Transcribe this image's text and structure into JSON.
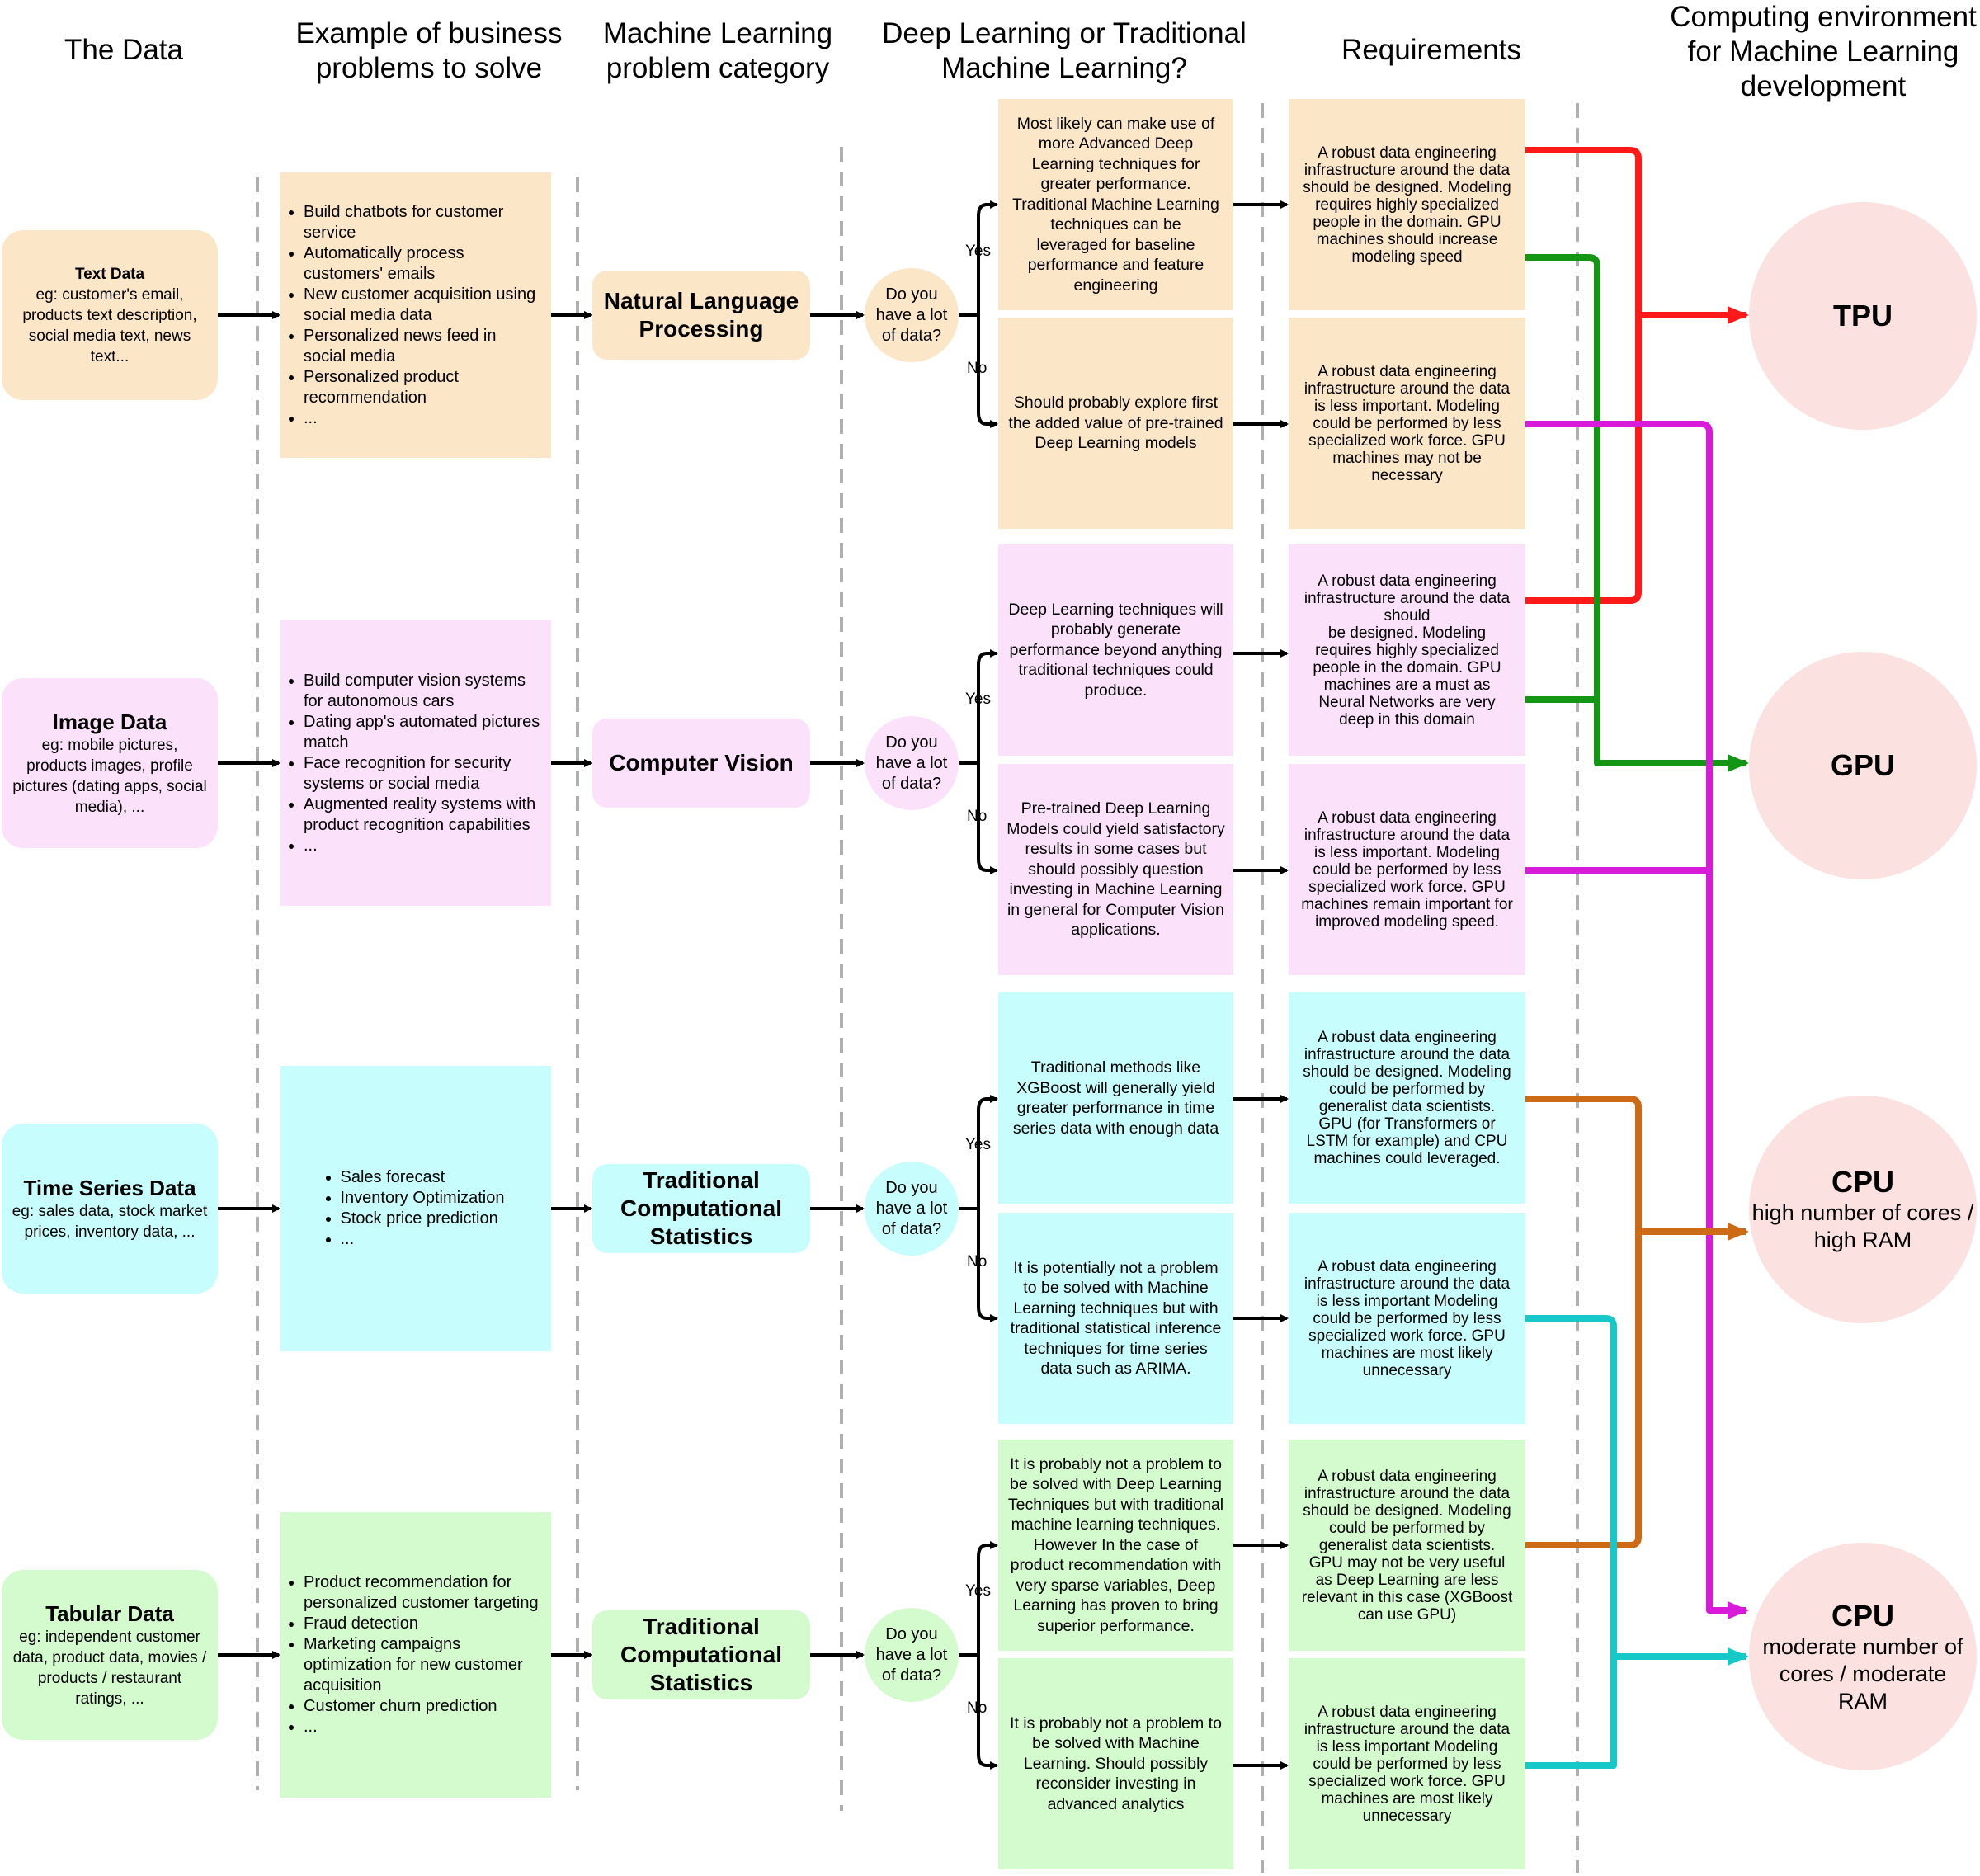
{
  "headers": {
    "data": "The Data",
    "business": "Example of business\nproblems to solve",
    "category": "Machine Learning\nproblem category",
    "dl_or_ml": "Deep Learning or Traditional\nMachine Learning?",
    "requirements": "Requirements",
    "computing": "Computing environment\nfor Machine Learning\ndevelopment"
  },
  "colors": {
    "text_bg": "#fce6c8",
    "image_bg": "#fce1fb",
    "timeseries_bg": "#c7fdfc",
    "tabular_bg": "#d3fbce",
    "compute_bg": "#fbe1df",
    "red": "#ff1a1a",
    "green": "#139613",
    "magenta": "#d81bd8",
    "orange": "#cc6a16",
    "cyan": "#16c8c8",
    "divider": "#b0b0b0"
  },
  "rows": [
    {
      "source_title": "Text Data",
      "source_desc": "eg: customer's email,\nproducts text description,\nsocial media text, news\ntext...",
      "problems": [
        "Build chatbots for customer service",
        "Automatically process customers' emails",
        "New customer acquisition using social media data",
        "Personalized news feed in social media",
        "Personalized product recommendation",
        "..."
      ],
      "category": "Natural Language\nProcessing",
      "question": "Do you\nhave a lot\nof data?",
      "yes_label": "Yes",
      "no_label": "No",
      "yes_text": "Most likely can make use of\nmore Advanced Deep\nLearning techniques for\ngreater performance.\nTraditional Machine Learning\ntechniques can be\nleveraged for baseline\nperformance and feature\nengineering",
      "no_text": "Should probably explore first\nthe added value of pre-trained\nDeep Learning models",
      "yes_req": "A robust data engineering\ninfrastructure around the data\nshould be designed. Modeling\nrequires highly specialized\npeople in the domain. GPU\nmachines should increase\nmodeling speed",
      "no_req": "A robust data engineering\ninfrastructure around the data\nis less important. Modeling\ncould be performed by less\nspecialized work force. GPU\nmachines may not be\nnecessary"
    },
    {
      "source_title": "Image Data",
      "source_desc": "eg: mobile pictures,\nproducts images, profile\npictures (dating apps, social\nmedia), ...",
      "problems": [
        "Build computer vision systems for autonomous cars",
        "Dating app's automated pictures match",
        "Face recognition for security systems or social media",
        "Augmented reality systems with product recognition capabilities",
        "..."
      ],
      "category": "Computer Vision",
      "question": "Do you\nhave a lot\nof data?",
      "yes_label": "Yes",
      "no_label": "No",
      "yes_text": "Deep Learning techniques will\nprobably generate\nperformance beyond anything\ntraditional techniques could\nproduce.",
      "no_text": "Pre-trained Deep Learning\nModels could yield satisfactory\nresults in some cases but\nshould possibly question\ninvesting  in Machine Learning\nin general for Computer Vision\napplications.",
      "yes_req": "A robust data engineering\ninfrastructure around the data\nshould\nbe designed. Modeling\nrequires highly specialized\npeople in the domain. GPU\nmachines are a must as\nNeural Networks are very\ndeep in this domain",
      "no_req": "A robust data engineering\ninfrastructure around the data\nis less important. Modeling\ncould be performed by less\nspecialized work force. GPU\nmachines remain important for\nimproved modeling speed."
    },
    {
      "source_title": "Time Series Data",
      "source_desc": "eg: sales data, stock market\nprices, inventory data, ...",
      "problems": [
        "Sales forecast",
        "Inventory Optimization",
        "Stock price prediction",
        "..."
      ],
      "category": "Traditional\nComputational\nStatistics",
      "question": "Do you\nhave a lot\nof data?",
      "yes_label": "Yes",
      "no_label": "No",
      "yes_text": "Traditional methods like\nXGBoost will generally yield\ngreater performance in time\nseries data with enough data",
      "no_text": "It is potentially not a problem\nto be solved with Machine\nLearning techniques but with\ntraditional statistical inference\ntechniques for time series\ndata such as ARIMA.",
      "yes_req": "A robust data engineering\ninfrastructure around the data\nshould be designed. Modeling\ncould be performed by\ngeneralist data scientists.\nGPU (for Transformers or\nLSTM for example) and CPU\nmachines could leveraged.",
      "no_req": "A robust data engineering\ninfrastructure around the data\nis less important Modeling\ncould be performed by less\nspecialized work force. GPU\nmachines are most likely\nunnecessary"
    },
    {
      "source_title": "Tabular Data",
      "source_desc": "eg: independent customer\ndata, product data, movies /\nproducts / restaurant\nratings, ...",
      "problems": [
        "Product recommendation for personalized customer targeting",
        "Fraud detection",
        "Marketing campaigns optimization for new customer acquisition",
        "Customer churn prediction",
        "..."
      ],
      "category": "Traditional\nComputational\nStatistics",
      "question": "Do you\nhave a lot\nof data?",
      "yes_label": "Yes",
      "no_label": "No",
      "yes_text": "It is probably not a problem to\nbe solved with Deep Learning\nTechniques but with traditional\nmachine learning techniques.\nHowever In the case of\nproduct recommendation with\nvery sparse variables, Deep\nLearning has proven to bring\nsuperior performance.",
      "no_text": "It is probably not a problem to\nbe solved with Machine\nLearning. Should possibly\nreconsider investing in\nadvanced analytics",
      "yes_req": "A robust data engineering\ninfrastructure around the data\nshould be designed. Modeling\ncould be performed by\ngeneralist data scientists.\nGPU may not be very useful\nas Deep Learning are less\nrelevant in this case (XGBoost\ncan use GPU)",
      "no_req": "A robust data engineering\ninfrastructure around the data\nis less important Modeling\ncould be performed by less\nspecialized work force. GPU\nmachines are most likely\nunnecessary"
    }
  ],
  "compute": [
    {
      "title": "TPU",
      "subtitle": ""
    },
    {
      "title": "GPU",
      "subtitle": ""
    },
    {
      "title": "CPU",
      "subtitle": "high number of cores /\nhigh RAM"
    },
    {
      "title": "CPU",
      "subtitle": "moderate number of\ncores / moderate\nRAM"
    }
  ]
}
